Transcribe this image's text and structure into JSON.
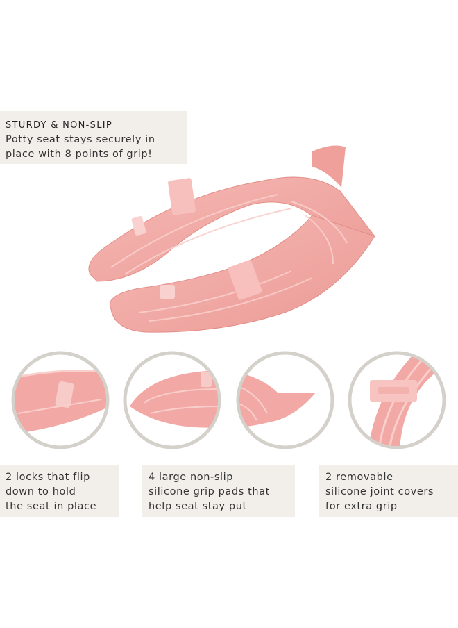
{
  "headline": {
    "title": "STURDY & NON-SLIP",
    "lines": [
      "Potty seat stays securely in",
      "place with 8 points of grip!"
    ]
  },
  "features": [
    {
      "lines": [
        "2 locks that flip",
        "down to hold",
        "the seat in place"
      ]
    },
    {
      "lines": [
        "4 large non-slip",
        "silicone grip pads that",
        "help seat stay put"
      ]
    },
    {
      "lines": [
        "2 removable",
        "silicone joint covers",
        "for extra grip"
      ]
    }
  ],
  "colors": {
    "seat": "#f2a8a4",
    "seat_rib": "#f8c8c5",
    "panel": "#f2efea",
    "circle_ring": "#d4d0ca"
  }
}
